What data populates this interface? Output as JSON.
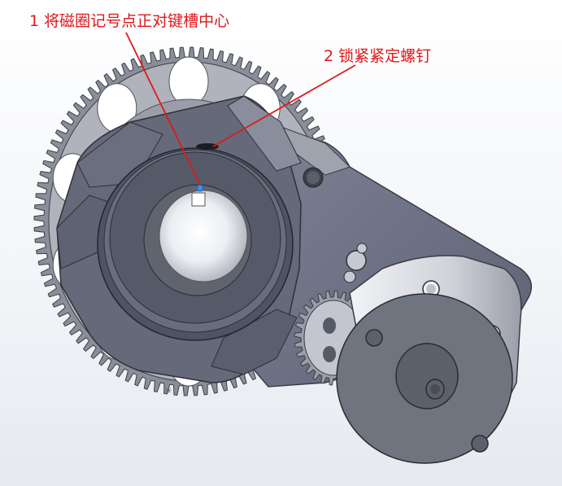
{
  "annotations": [
    {
      "id": "callout-1",
      "text": "1 将磁圈记号点正对键槽中心"
    },
    {
      "id": "callout-2",
      "text": "2 锁紧紧定螺钉"
    }
  ],
  "colors": {
    "callout_text": "#e01818",
    "marker_dot": "#3a8ee6",
    "gear_fill": "#8a8e99",
    "body_fill": "#5f6372",
    "plate_fill": "#72778a",
    "motor_side": "#d8dae0",
    "motor_face": "#70747f"
  },
  "icons": {
    "marker": "blue-dot",
    "cursor": "small-asterisk"
  }
}
